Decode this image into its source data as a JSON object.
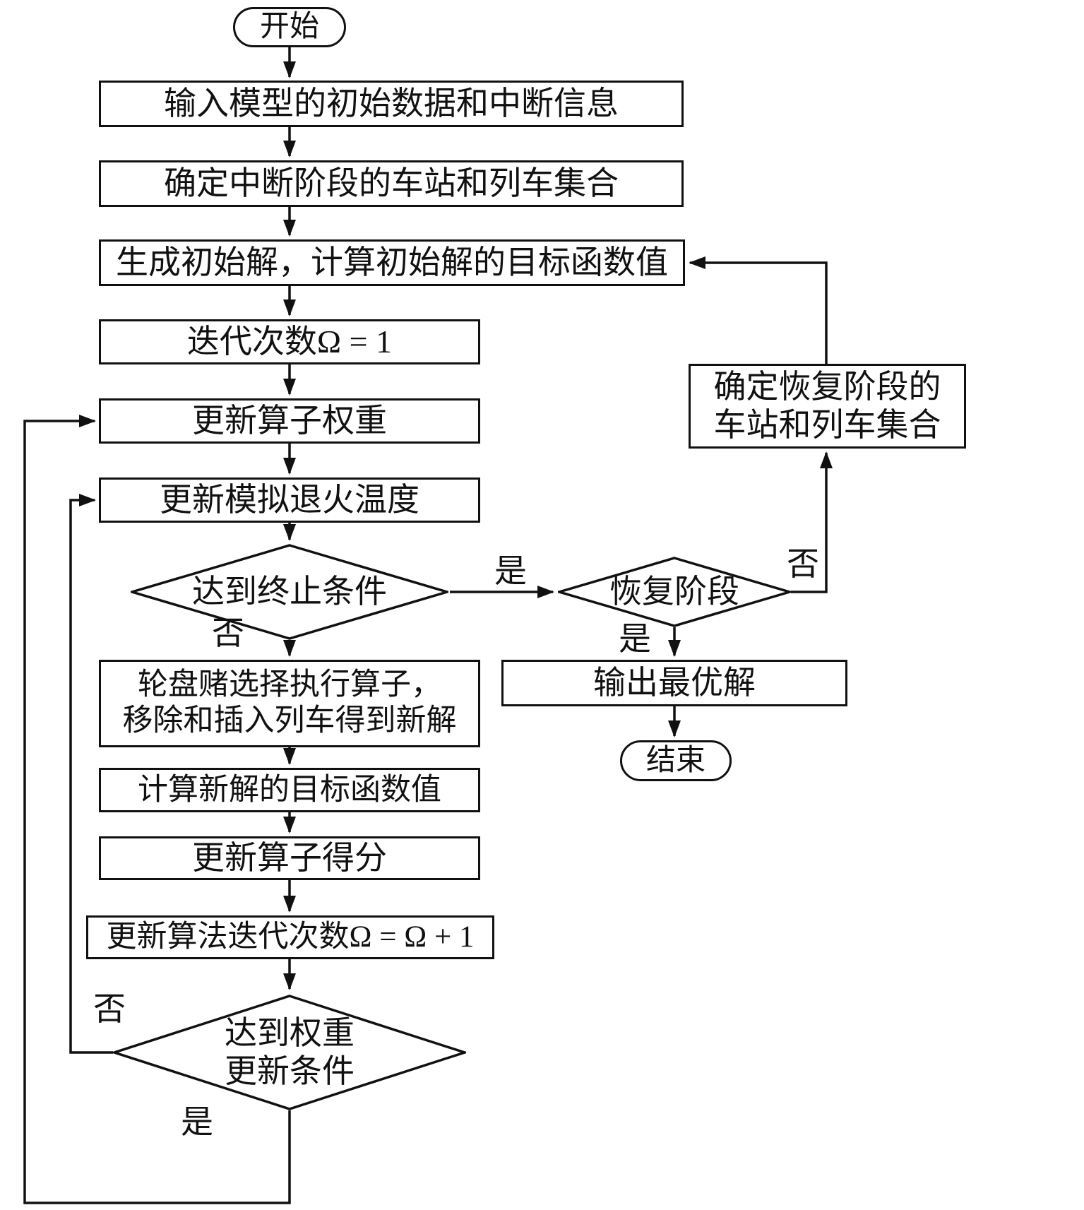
{
  "meta": {
    "title": "算法流程图",
    "line_color": "#111111",
    "background_color": "#ffffff"
  },
  "nodes": {
    "start": {
      "label": "开始"
    },
    "input_data": {
      "label": "输入模型的初始数据和中断信息"
    },
    "determine_disruption": {
      "label": "确定中断阶段的车站和列车集合"
    },
    "initial_solution": {
      "label": "生成初始解，计算初始解的目标函数值"
    },
    "iteration_init": {
      "label": "迭代次数Ω = 1"
    },
    "update_weights": {
      "label": "更新算子权重"
    },
    "update_temperature": {
      "label": "更新模拟退火温度"
    },
    "termination_check": {
      "label": "达到终止条件"
    },
    "recovery_check": {
      "label": "恢复阶段"
    },
    "determine_recovery": {
      "line1": "确定恢复阶段的",
      "line2": "车站和列车集合"
    },
    "roulette": {
      "line1": "轮盘赌选择执行算子，",
      "line2": "移除和插入列车得到新解"
    },
    "compute_objective": {
      "label": "计算新解的目标函数值"
    },
    "update_scores": {
      "label": "更新算子得分"
    },
    "update_iteration": {
      "label": "更新算法迭代次数Ω = Ω + 1"
    },
    "weight_update_check": {
      "line1": "达到权重",
      "line2": "更新条件"
    },
    "output_solution": {
      "label": "输出最优解"
    },
    "end": {
      "label": "结束"
    }
  },
  "edge_labels": {
    "termination_yes": "是",
    "termination_no": "否",
    "recovery_no": "否",
    "recovery_yes": "是",
    "weight_no": "否",
    "weight_yes": "是"
  }
}
